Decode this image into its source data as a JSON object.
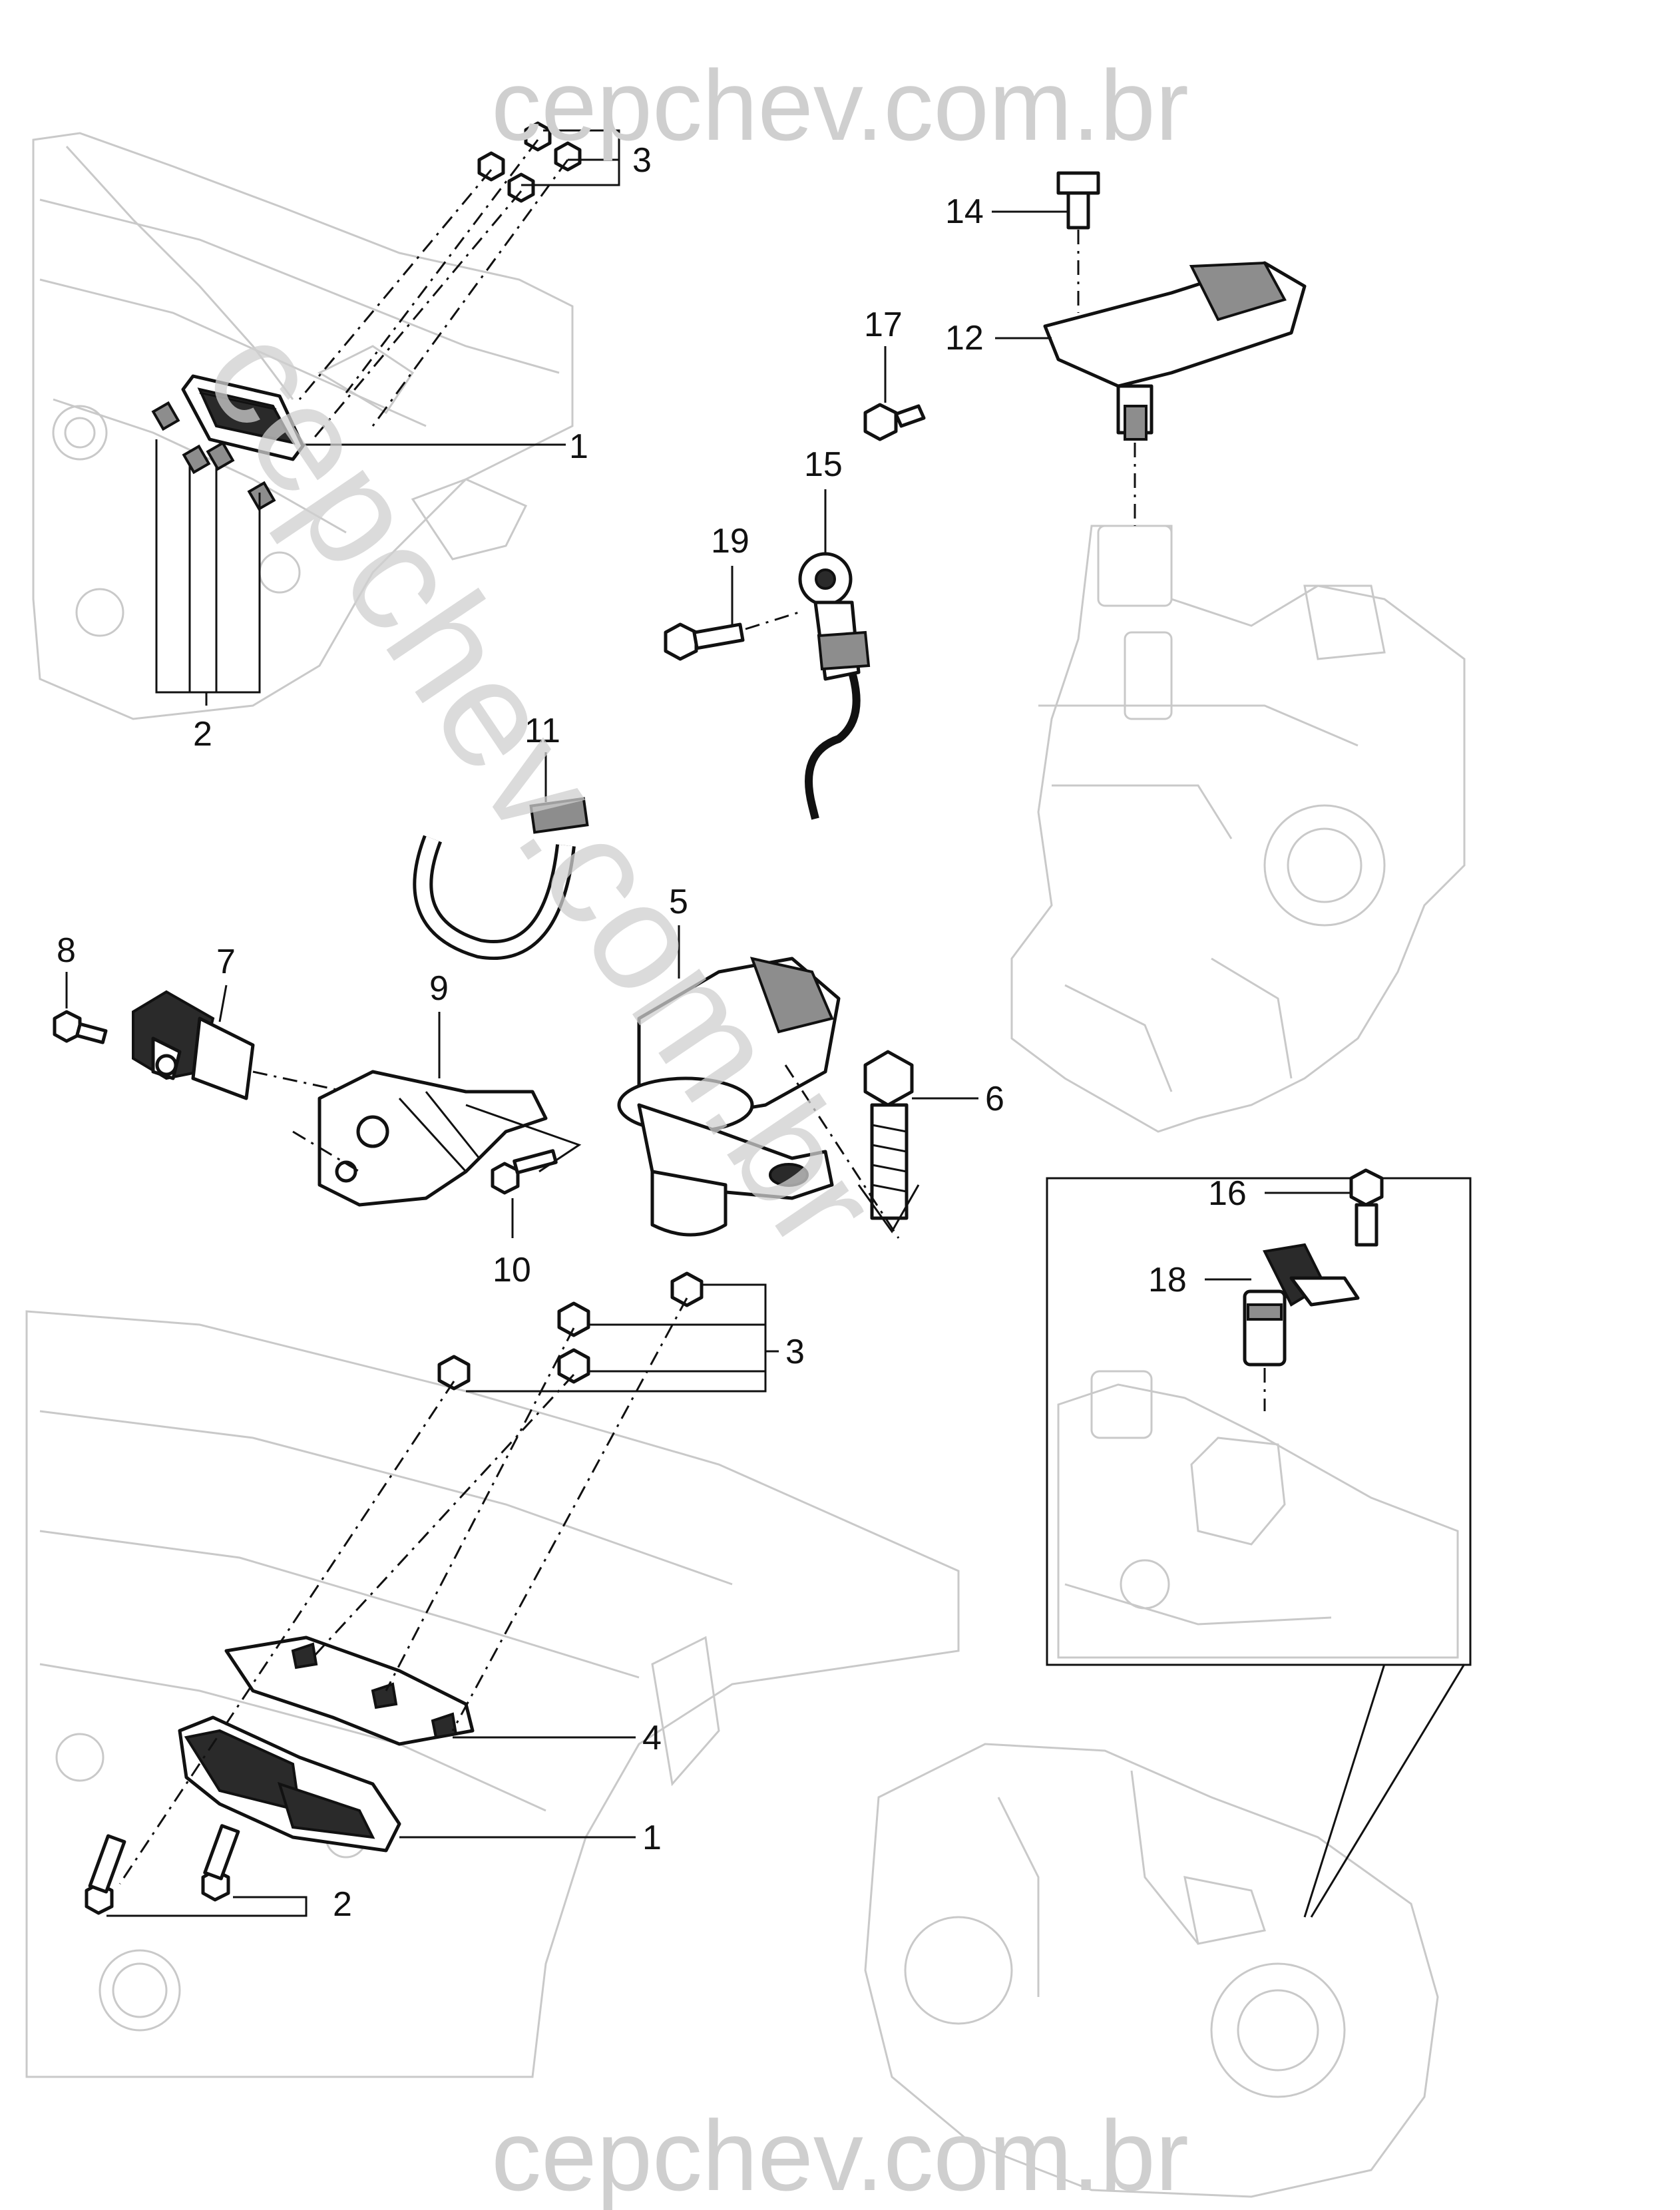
{
  "watermark": {
    "top": "cepchev.com.br",
    "bottom": "cepchev.com.br",
    "diagonal": "cepchev.com.br"
  },
  "callouts": [
    {
      "id": "c3-top",
      "text": "3"
    },
    {
      "id": "c1-top",
      "text": "1"
    },
    {
      "id": "c2-top",
      "text": "2"
    },
    {
      "id": "c14",
      "text": "14"
    },
    {
      "id": "c12",
      "text": "12"
    },
    {
      "id": "c17",
      "text": "17"
    },
    {
      "id": "c15",
      "text": "15"
    },
    {
      "id": "c19",
      "text": "19"
    },
    {
      "id": "c11",
      "text": "11"
    },
    {
      "id": "c5",
      "text": "5"
    },
    {
      "id": "c8",
      "text": "8"
    },
    {
      "id": "c7",
      "text": "7"
    },
    {
      "id": "c9",
      "text": "9"
    },
    {
      "id": "c6",
      "text": "6"
    },
    {
      "id": "c10",
      "text": "10"
    },
    {
      "id": "c16",
      "text": "16"
    },
    {
      "id": "c18",
      "text": "18"
    },
    {
      "id": "c3-mid",
      "text": "3"
    },
    {
      "id": "c4",
      "text": "4"
    },
    {
      "id": "c1-bot",
      "text": "1"
    },
    {
      "id": "c2-bot",
      "text": "2"
    }
  ]
}
